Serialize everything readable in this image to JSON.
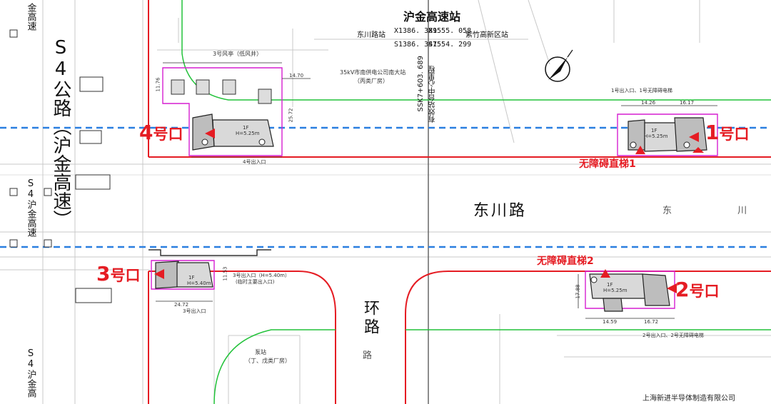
{
  "station": {
    "title": "沪金高速站",
    "coords": {
      "x_prev": "X1386. 389",
      "x_next": "X1555. 058",
      "s_prev": "S1386. 347",
      "s_next": "S1554. 299"
    },
    "prev_station": "东川路站",
    "next_station": "紫竹高新区站",
    "chainage": "SSK7+603. 689",
    "chainage_note": "有效站台中心里程"
  },
  "roads": {
    "s4_main": "S4公路（沪金高速）",
    "jin_gao_su": "金高速",
    "s4_side_1": "S4沪金高速",
    "s4_side_2": "S4沪金高",
    "dongchuan": "东川路",
    "dongchuan_light": "东  川",
    "huanlu": "环路",
    "huanlu_small": "路"
  },
  "exits": [
    {
      "num": "1",
      "suffix": "号口"
    },
    {
      "num": "2",
      "suffix": "号口"
    },
    {
      "num": "3",
      "suffix": "号口"
    },
    {
      "num": "4",
      "suffix": "号口"
    }
  ],
  "lifts": [
    "无障碍直梯1",
    "无障碍直梯2"
  ],
  "labels": {
    "wind_pavilion": "3号风亭（低风井）",
    "substation": "35kV市南供电公司南大站",
    "substation_type": "（丙类厂房）",
    "pump_station": "泵站",
    "pump_type": "（丁、戊类厂房）",
    "exit4_entry": "4号出入口",
    "exit3_entry": "3号出入口",
    "exit3_note": "3号出入口（H=5.40m）",
    "exit3_note2": "(临时主要出入口)",
    "exit1_note": "1号出入口、1号无障碍电梯",
    "exit2_note": "2号出入口、2号无障碍电梯",
    "ground_1f": "1F",
    "h_525": "H=5.25m",
    "h_540": "H=5.40m",
    "dim_1470": "14.70",
    "dim_2572": "25.72",
    "dim_1426": "14.26",
    "dim_1617": "16.17",
    "dim_2472": "24.72",
    "dim_1459": "14.59",
    "dim_1672": "16.72",
    "dim_1788": "17.88",
    "dim_1153": "11.53",
    "dim_1176": "11.76"
  },
  "company": "上海新进半导体制造有限公司",
  "colors": {
    "red_line": "#e51c23",
    "magenta": "#d61fd1",
    "green": "#22c23a",
    "blue_dash": "#2a7fe0",
    "base_gray": "#c8c8c8"
  },
  "icons": [
    "north-arrow-icon"
  ]
}
